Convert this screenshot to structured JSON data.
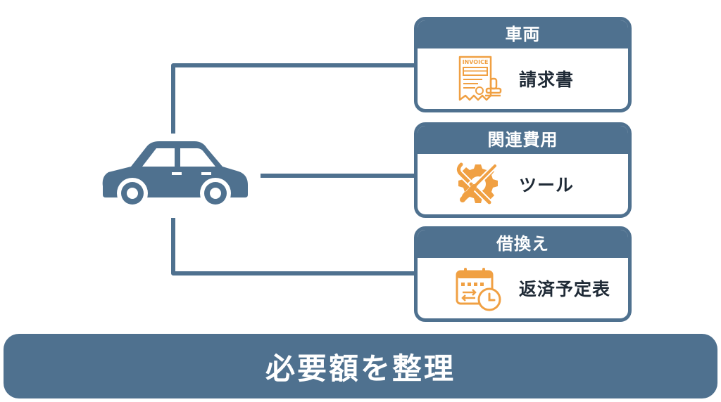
{
  "colors": {
    "primary": "#4f718f",
    "accent": "#f0a043",
    "text": "#1f2a36",
    "background": "#ffffff"
  },
  "center": {
    "icon": "car-icon"
  },
  "cards": [
    {
      "header": "車両",
      "label": "請求書",
      "icon": "invoice-icon",
      "icon_text": "INVOICE"
    },
    {
      "header": "関連費用",
      "label": "ツール",
      "icon": "tools-icon"
    },
    {
      "header": "借換え",
      "label": "返済予定表",
      "icon": "calendar-icon"
    }
  ],
  "footer": {
    "text": "必要額を整理"
  }
}
